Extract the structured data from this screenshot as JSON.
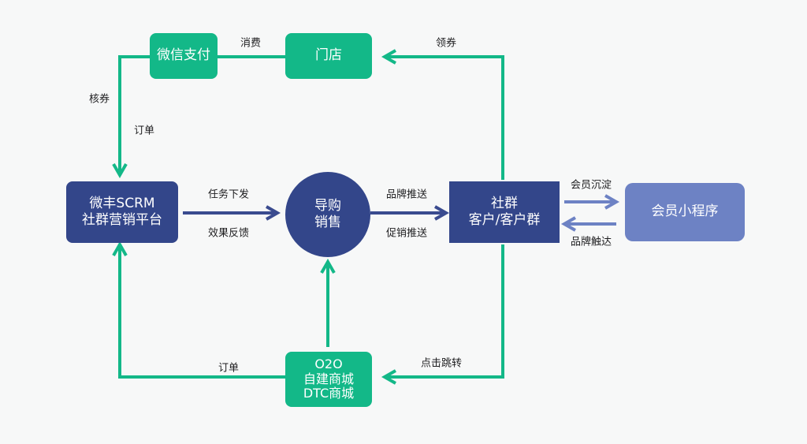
{
  "nodes": {
    "wechat_pay": "微信支付",
    "store": "门店",
    "scrm": [
      "微丰SCRM",
      "社群营销平台"
    ],
    "guide": [
      "导购",
      "销售"
    ],
    "community": [
      "社群",
      "客户/客户群"
    ],
    "mini_program": "会员小程序",
    "o2o": [
      "O2O",
      "自建商城",
      "DTC商城"
    ]
  },
  "edge_labels": {
    "consume": "消费",
    "claim_coupon": "领券",
    "redeem": "核券",
    "order_top": "订单",
    "task_dispatch": "任务下发",
    "feedback": "效果反馈",
    "brand_push": "品牌推送",
    "promo_push": "促销推送",
    "member_retention": "会员沉淀",
    "brand_reach": "品牌触达",
    "click_jump": "点击跳转",
    "order_bottom": "订单"
  },
  "colors": {
    "green": "#13b888",
    "navy": "#33468a",
    "lavender": "#6d82c4",
    "arrow_navy": "#3a4b8f",
    "arrow_lavender": "#6d82c4"
  }
}
